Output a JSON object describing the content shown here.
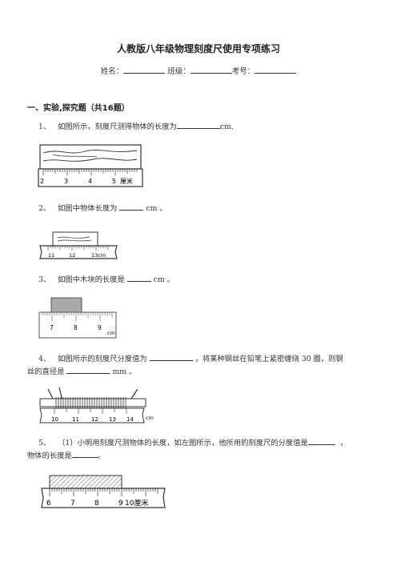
{
  "title": "人教版八年级物理刻度尺使用专项练习",
  "info": {
    "name_label": "姓名：",
    "class_label": "班级：",
    "exam_label": "考号："
  },
  "section": "一、实验,探究题（共16题）",
  "questions": [
    {
      "num": "1、",
      "text_a": "如图所示，刻度尺测得物体的长度为",
      "text_b": "cm.",
      "figure_labels": [
        "2",
        "3",
        "4",
        "5",
        "厘米"
      ]
    },
    {
      "num": "2、",
      "text_a": "如图中物体长度为",
      "text_b": "cm 。",
      "figure_labels": [
        "11",
        "12",
        "13cm"
      ]
    },
    {
      "num": "3、",
      "text_a": "如图中木块的长度是",
      "text_b": "cm 。",
      "figure_labels": [
        "7",
        "8",
        "9",
        "cm"
      ]
    },
    {
      "num": "4、",
      "text_a": "如图所示的刻度尺分度值为",
      "text_b": "，将某种钢丝在铅笔上紧密缠绕 30 圈，则钢",
      "text_c": "丝的直径是",
      "text_d": "mm 。",
      "figure_labels": [
        "10",
        "11",
        "12",
        "13",
        "14",
        "cm"
      ]
    },
    {
      "num": "5、",
      "text_a": "（1）小明用刻度尺测物体的长度，如左图所示，他所用的刻度尺的分度值是",
      "text_b": "，",
      "text_c": "物体的长度是",
      "text_d": "。",
      "figure_labels": [
        "6",
        "7",
        "8",
        "9",
        "10厘米"
      ]
    }
  ]
}
